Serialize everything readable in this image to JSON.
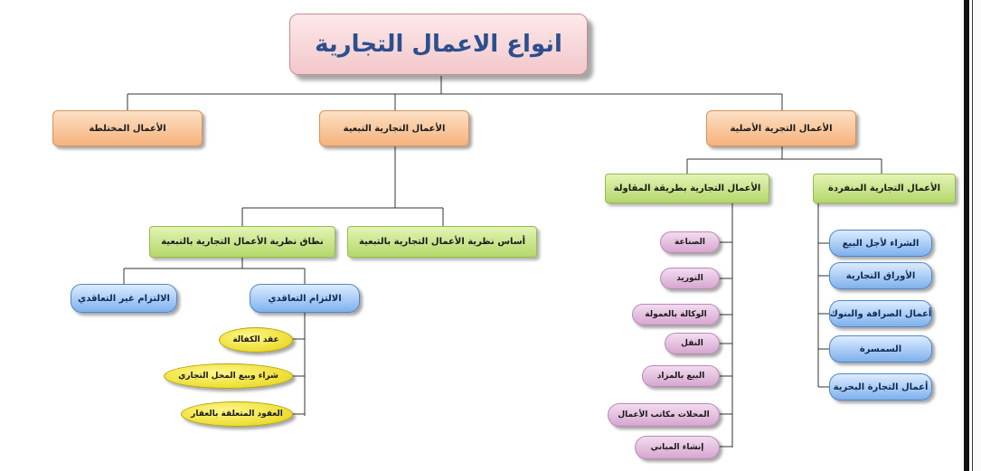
{
  "title": "انواع الاعمال التجارية",
  "level1": {
    "original": "الأعمال التجرية الأصلية",
    "accessory": "الأعمال التجارية التبعية",
    "mixed": "الأعمال المختلطة"
  },
  "original_branches": {
    "individual": "الأعمال التجارية المنفردة",
    "contracting": "الأعمال التجارية بطريقة المقاولة"
  },
  "individual_items": [
    "الشراء لأجل البيع",
    "الأوراق التجارية",
    "أعمال الصرافة والبنوك",
    "السمسرة",
    "أعمال التجارة البحرية"
  ],
  "contracting_items": [
    "الصناعة",
    "التوريد",
    "الوكالة بالعمولة",
    "النقل",
    "البيع بالمزاد",
    "المحلات مكاتب الأعمال",
    "إنشاء المباني"
  ],
  "accessory_branches": {
    "basis": "أساس نظرية الأعمال التجارية بالتبعية",
    "scope": "نطاق نظرية الأعمال التجارية بالتبعية"
  },
  "scope_branches": {
    "contractual": "الالتزام التعاقدي",
    "non_contractual": "الالتزام غير التعاقدي"
  },
  "contractual_items": [
    "عقد الكفالة",
    "شراء وبيع المحل التجاري",
    "العقود المتعلقة بالعقار"
  ]
}
